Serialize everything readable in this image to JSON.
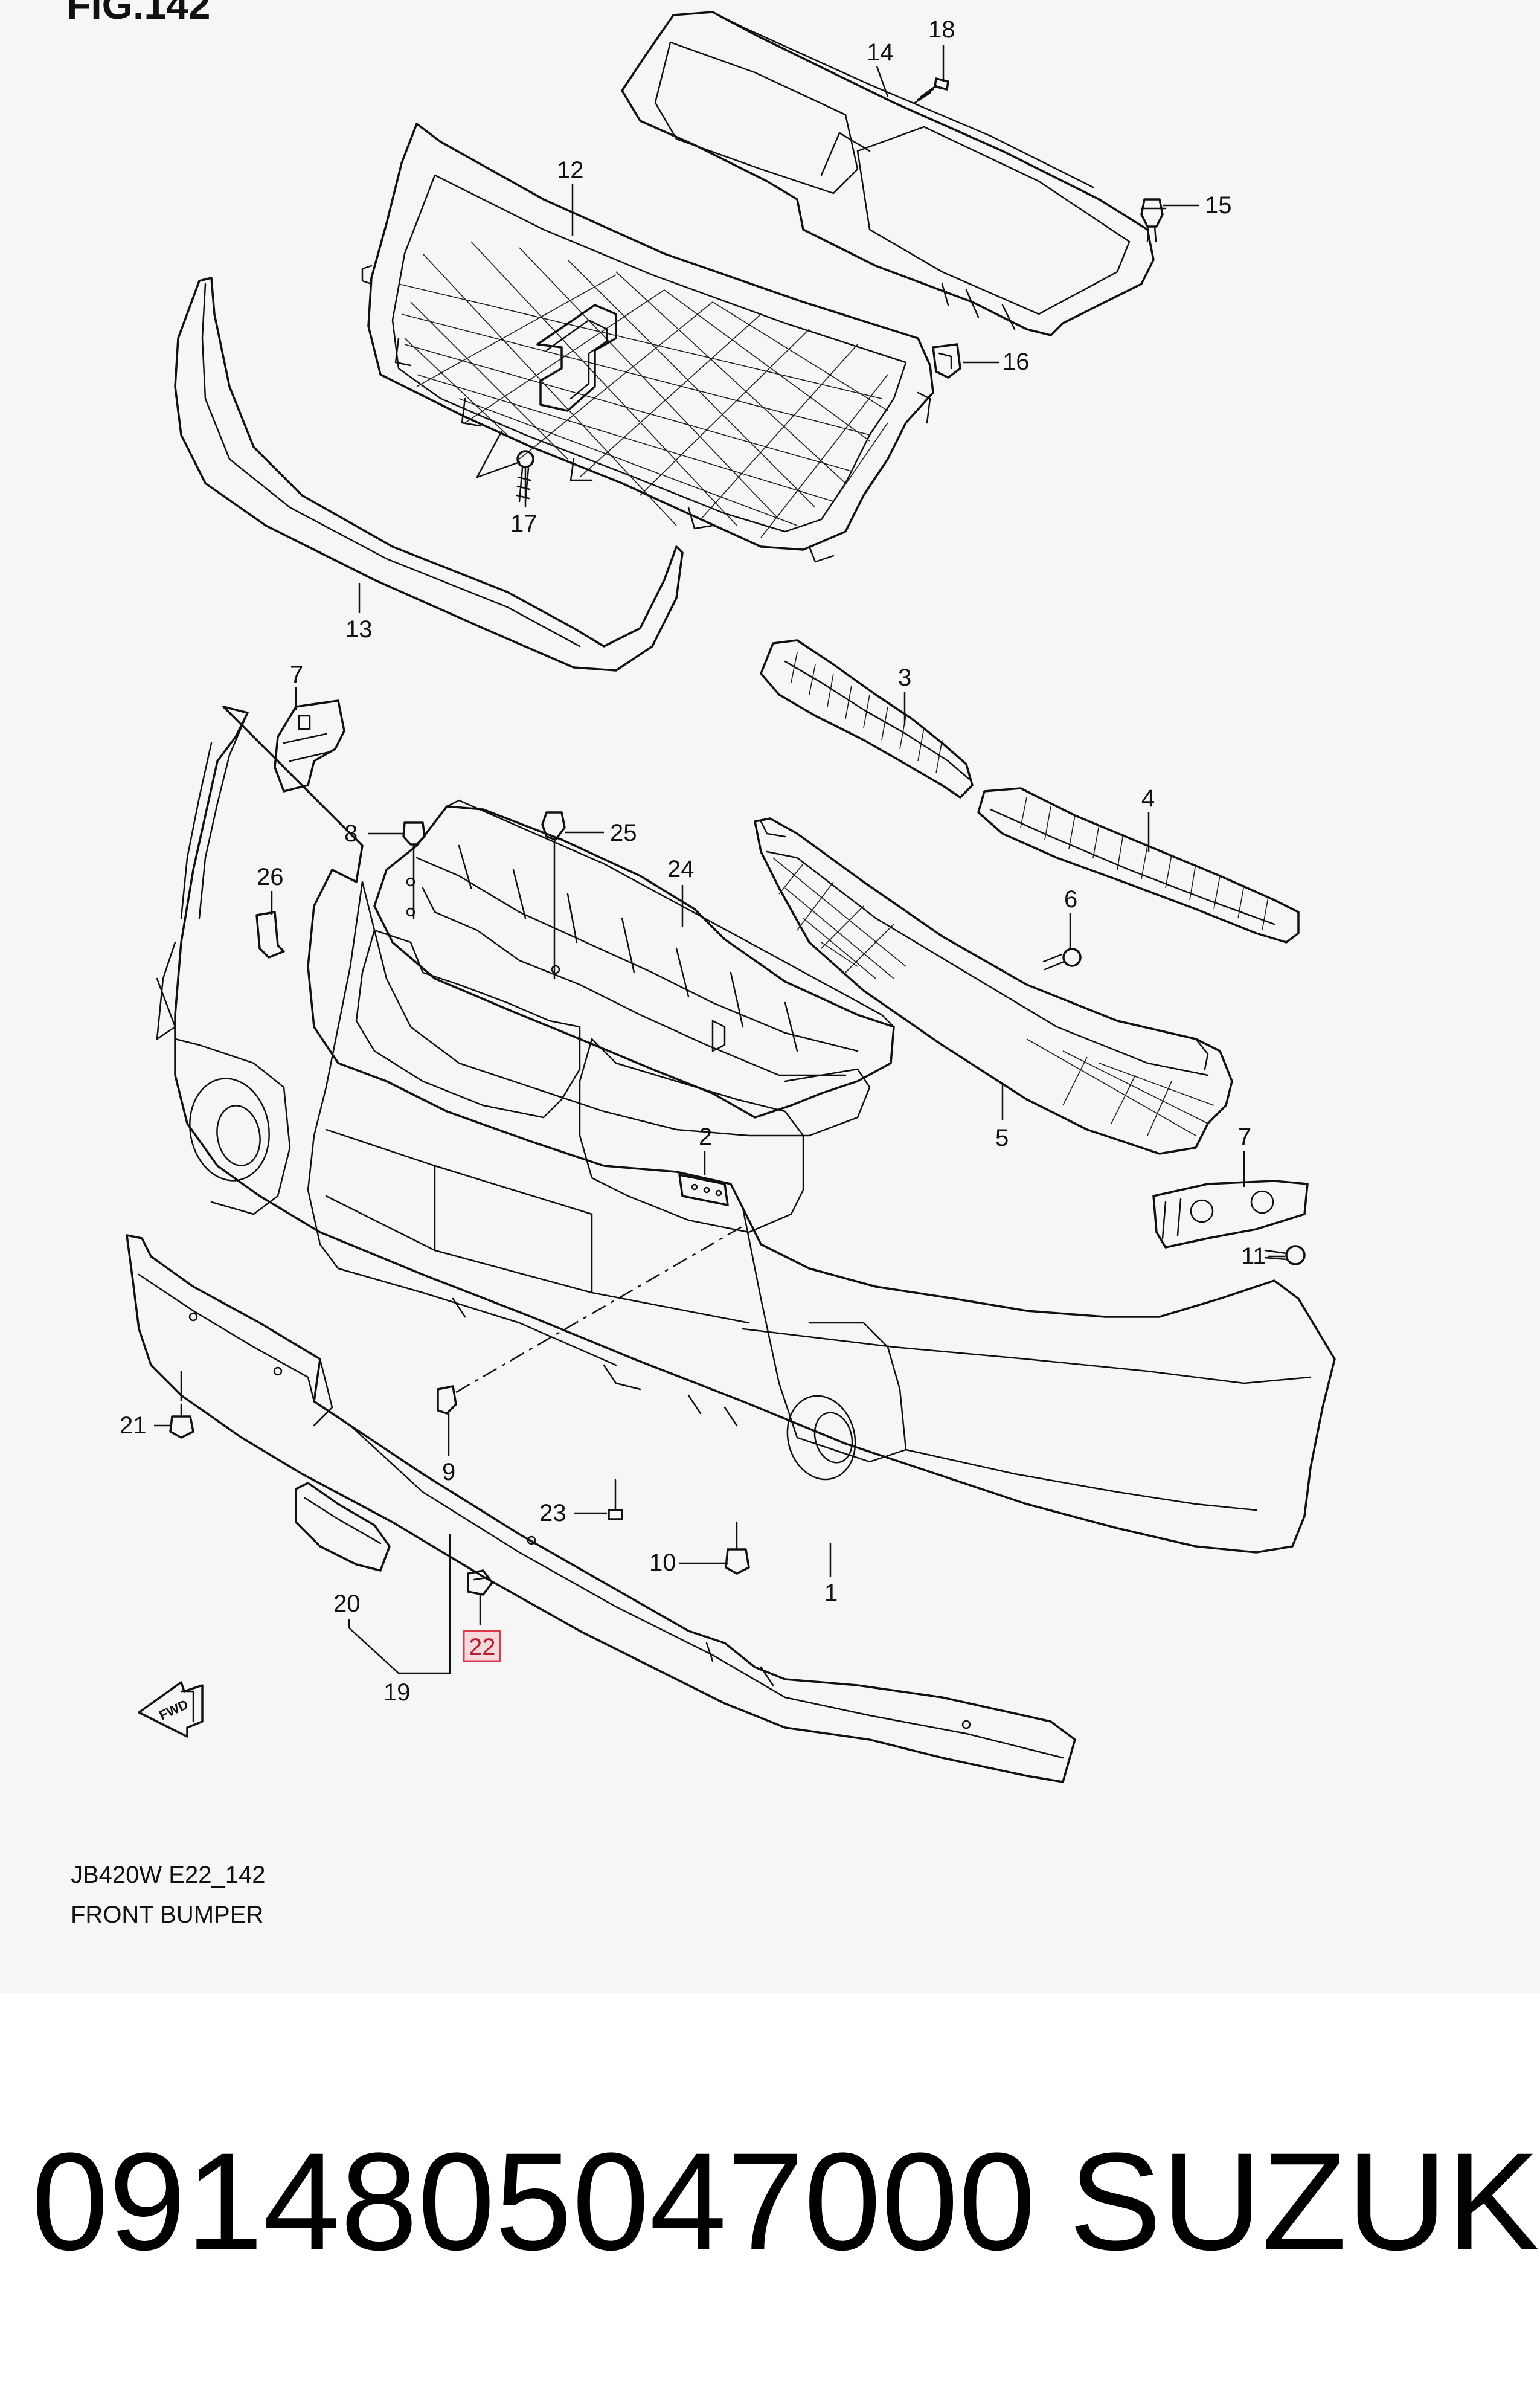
{
  "header": {
    "figure_ref": "FIG.142"
  },
  "diagram": {
    "callouts": [
      {
        "id": "c1",
        "label": "1"
      },
      {
        "id": "c2",
        "label": "2"
      },
      {
        "id": "c3",
        "label": "3"
      },
      {
        "id": "c4",
        "label": "4"
      },
      {
        "id": "c5",
        "label": "5"
      },
      {
        "id": "c6",
        "label": "6"
      },
      {
        "id": "c7a",
        "label": "7"
      },
      {
        "id": "c7b",
        "label": "7"
      },
      {
        "id": "c8",
        "label": "8"
      },
      {
        "id": "c9",
        "label": "9"
      },
      {
        "id": "c10",
        "label": "10"
      },
      {
        "id": "c11",
        "label": "11"
      },
      {
        "id": "c12",
        "label": "12"
      },
      {
        "id": "c13",
        "label": "13"
      },
      {
        "id": "c14",
        "label": "14"
      },
      {
        "id": "c15",
        "label": "15"
      },
      {
        "id": "c16",
        "label": "16"
      },
      {
        "id": "c17",
        "label": "17"
      },
      {
        "id": "c18",
        "label": "18"
      },
      {
        "id": "c19",
        "label": "19"
      },
      {
        "id": "c20",
        "label": "20"
      },
      {
        "id": "c21",
        "label": "21"
      },
      {
        "id": "c22",
        "label": "22",
        "highlighted": true
      },
      {
        "id": "c23",
        "label": "23"
      },
      {
        "id": "c24",
        "label": "24"
      },
      {
        "id": "c25",
        "label": "25"
      },
      {
        "id": "c26",
        "label": "26"
      }
    ],
    "fwd_label": "FWD",
    "figure_code": "JB420W E22_142",
    "figure_title": "FRONT BUMPER",
    "highlight_color": "#d9394b"
  },
  "footer": {
    "part_number": "0914805047000",
    "brand": "SUZUKI"
  }
}
